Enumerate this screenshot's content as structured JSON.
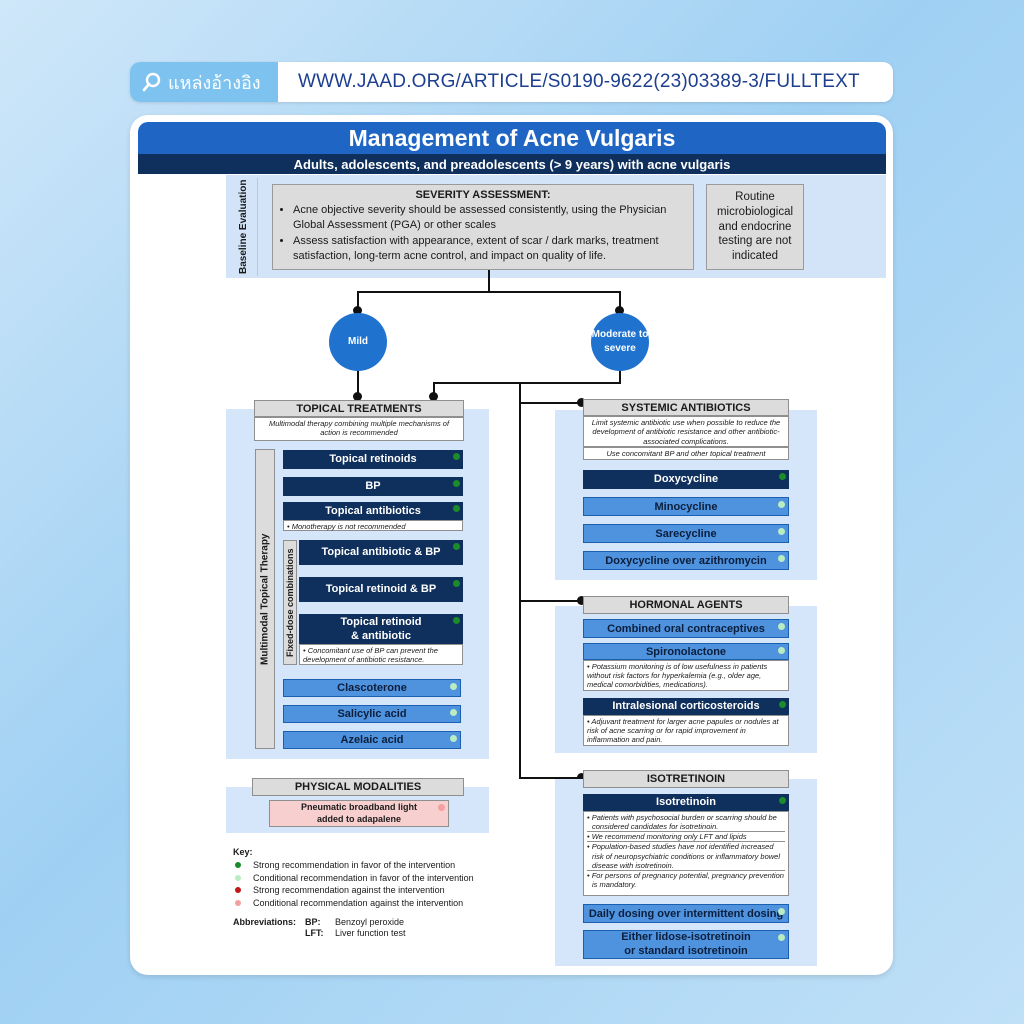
{
  "source": {
    "label": "แหล่งอ้างอิง",
    "url": "WWW.JAAD.ORG/ARTICLE/S0190-9622(23)03389-3/FULLTEXT"
  },
  "title": "Management of Acne Vulgaris",
  "subtitle": "Adults, adolescents, and preadolescents (> 9 years) with acne vulgaris",
  "baseline": {
    "label": "Baseline Evaluation",
    "severity_title": "SEVERITY ASSESSMENT:",
    "severity_points": [
      "Acne objective severity should be assessed consistently, using the Physician Global Assessment (PGA) or other scales",
      "Assess satisfaction with appearance, extent of scar / dark marks, treatment satisfaction, long-term acne control, and impact on quality of life."
    ],
    "routine": "Routine microbiological and endocrine testing are not indicated"
  },
  "branches": {
    "mild": "Mild",
    "moderate": "Moderate to severe"
  },
  "topical": {
    "title": "TOPICAL TREATMENTS",
    "note": "Multimodal therapy combining multiple mechanisms of action is recommended",
    "side_label": "Multimodal Topical Therapy",
    "fdc_label": "Fixed-dose combinations",
    "retinoids": "Topical retinoids",
    "bp": "BP",
    "antibiotics": "Topical antibiotics",
    "antibiotics_note": "• Monotherapy is not recommended",
    "abx_bp": "Topical antibiotic & BP",
    "ret_bp": "Topical retinoid & BP",
    "ret_abx_1": "Topical retinoid",
    "ret_abx_2": "& antibiotic",
    "ret_abx_note": "• Concomitant use of BP can prevent the development of antibiotic resistance.",
    "clascoterone": "Clascoterone",
    "salicylic": "Salicylic acid",
    "azelaic": "Azelaic acid"
  },
  "physical": {
    "title": "PHYSICAL MODALITIES",
    "item_1": "Pneumatic broadband light",
    "item_2": "added to adapalene"
  },
  "systemic": {
    "title": "SYSTEMIC ANTIBIOTICS",
    "note_1": "Limit systemic antibiotic use when possible to reduce the development of antibiotic resistance and other antibiotic-associated complications.",
    "note_2": "Use concomitant BP and other topical treatment",
    "doxy": "Doxycycline",
    "mino": "Minocycline",
    "sare": "Sarecycline",
    "doxy_azi": "Doxycycline over azithromycin"
  },
  "hormonal": {
    "title": "HORMONAL AGENTS",
    "coc": "Combined oral contraceptives",
    "spiro": "Spironolactone",
    "spiro_note": "• Potassium monitoring is of low usefulness in patients without risk factors for hyperkalemia (e.g., older age, medical comorbidities, medications).",
    "intra": "Intralesional corticosteroids",
    "intra_note": "• Adjuvant treatment for larger acne papules or nodules at risk of acne scarring or for rapid improvement in inflammation and pain."
  },
  "iso": {
    "title": "ISOTRETINOIN",
    "drug": "Isotretinoin",
    "notes": [
      "• Patients with psychosocial burden or scarring should be considered candidates for isotretinoin.",
      "• We recommend monitoring only LFT and lipids",
      "• Population-based studies have not identified increased risk of neuropsychiatric conditions or inflammatory bowel disease with isotretinoin.",
      "• For persons of pregnancy potential, pregnancy prevention is mandatory."
    ],
    "daily": "Daily dosing over intermittent dosing",
    "either_1": "Either lidose-isotretinoin",
    "either_2": "or standard isotretinoin"
  },
  "key": {
    "title": "Key:",
    "items": [
      {
        "color": "#1a8c2a",
        "text": "Strong recommendation in favor of the intervention"
      },
      {
        "color": "#b9ecc3",
        "text": "Conditional recommendation in favor of the intervention"
      },
      {
        "color": "#c21818",
        "text": "Strong recommendation against the intervention"
      },
      {
        "color": "#f2a0a0",
        "text": "Conditional recommendation against the intervention"
      }
    ],
    "abbr_title": "Abbreviations:",
    "abbr": [
      {
        "k": "BP:",
        "v": "Benzoyl peroxide"
      },
      {
        "k": "LFT:",
        "v": "Liver function test"
      }
    ]
  }
}
